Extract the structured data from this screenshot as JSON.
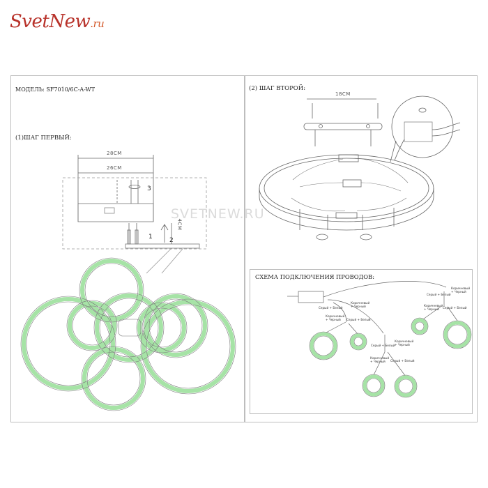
{
  "logo": {
    "main": "SvetNew",
    "suffix": ".ru"
  },
  "left_panel": {
    "model_label": "МОДЕЛЬ: SF7010/6C-A-WT",
    "step1_title": "(1)ШАГ ПЕРВЫЙ:",
    "dim_outer": "28CM",
    "dim_inner": "26CM",
    "dim_vertical": "4CM",
    "callout_1": "1",
    "callout_2": "2",
    "callout_3": "3"
  },
  "right_panel": {
    "step2_title": "(2) ШАГ ВТОРОЙ:",
    "dim_top": "18CM",
    "watermark": "SVETNEW.RU"
  },
  "wiring": {
    "title": "СХЕМА ПОДКЛЮЧЕНИЯ ПРОВОДОВ:",
    "labels": {
      "grey_white": "Серый + Белый",
      "brown_black": "Коричневый + Черный"
    }
  },
  "colors": {
    "ring_green": "#9fe0a0",
    "line": "#555555",
    "logo_red": "#b8322a"
  }
}
